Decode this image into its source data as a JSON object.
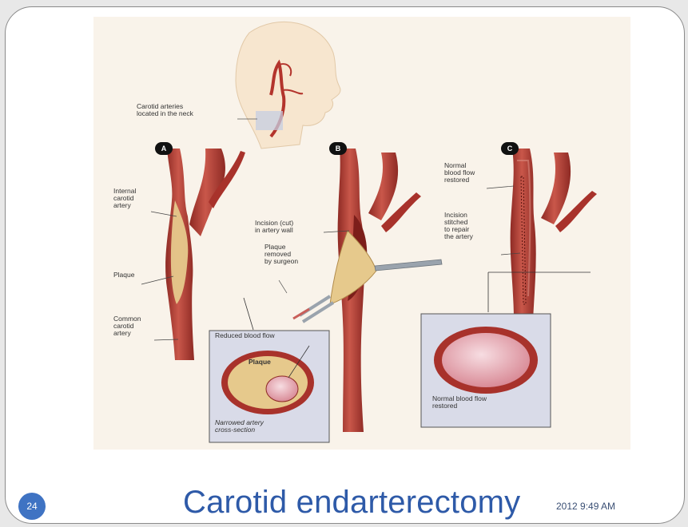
{
  "slide": {
    "title": "Carotid endarterectomy",
    "slide_number": "24",
    "date_text": "2012 9:49 AM"
  },
  "diagram": {
    "head_label": "Carotid arteries\nlocated in the neck",
    "panels": [
      {
        "letter": "A"
      },
      {
        "letter": "B"
      },
      {
        "letter": "C"
      }
    ],
    "labels": {
      "internal_carotid": "Internal\ncarotid\nartery",
      "plaque": "Plaque",
      "common_carotid": "Common\ncarotid\nartery",
      "incision": "Incision (cut)\nin artery wall",
      "plaque_removed": "Plaque\nremoved\nby surgeon",
      "normal_flow_restored_top": "Normal\nblood flow\nrestored",
      "incision_stitched": "Incision\nstitched\nto repair\nthe artery",
      "reduced_flow": "Reduced blood flow",
      "plaque_in_box": "Plaque",
      "narrowed": "Narrowed artery\ncross-section",
      "normal_flow_box": "Normal blood flow\nrestored"
    }
  },
  "colors": {
    "artery": "#a8322b",
    "artery_light": "#c9574a",
    "plaque": "#e6c98c",
    "skin": "#f7e6cf",
    "title": "#2e5aa8"
  }
}
